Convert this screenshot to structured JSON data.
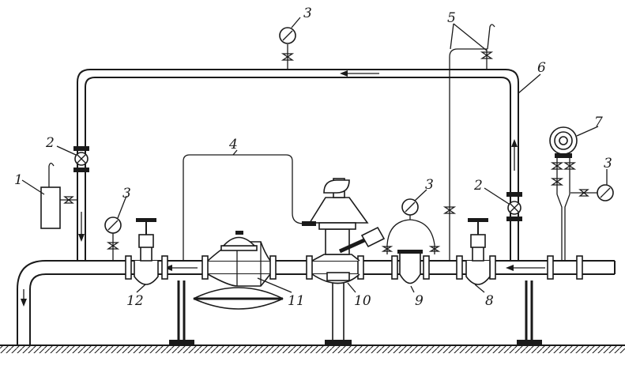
{
  "labels": {
    "l1": "1",
    "l2a": "2",
    "l2b": "2",
    "l3a": "3",
    "l3b": "3",
    "l3c": "3",
    "l3d": "3",
    "l4": "4",
    "l5": "5",
    "l6": "6",
    "l7": "7",
    "l8": "8",
    "l9": "9",
    "l10": "10",
    "l11": "11",
    "l12": "12"
  }
}
